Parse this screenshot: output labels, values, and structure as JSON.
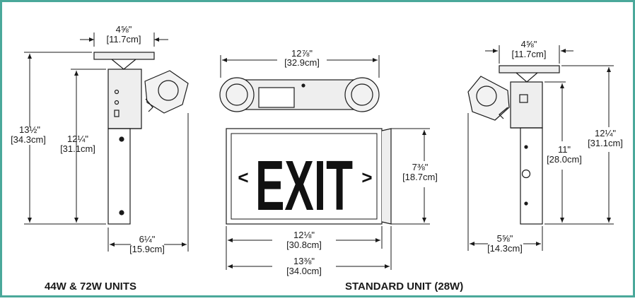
{
  "colors": {
    "border": "#4aa89a",
    "ink": "#1a1a1a",
    "housing": "#eeeeee"
  },
  "exit_sign": {
    "legend": "EXIT",
    "chevron_left": "<",
    "chevron_right": ">"
  },
  "left_view": {
    "top_width": {
      "imperial": "4⅝\"",
      "metric": "[11.7cm]"
    },
    "total_height": {
      "imperial": "13½\"",
      "metric": "[34.3cm]"
    },
    "body_height": {
      "imperial": "12¼\"",
      "metric": "[31.1cm]"
    },
    "depth": {
      "imperial": "6¼\"",
      "metric": "[15.9cm]"
    },
    "caption": "44W & 72W UNITS"
  },
  "center_view": {
    "top_width": {
      "imperial": "12⅞\"",
      "metric": "[32.9cm]"
    },
    "sign_height": {
      "imperial": "7⅜\"",
      "metric": "[18.7cm]"
    },
    "face_width": {
      "imperial": "12⅛\"",
      "metric": "[30.8cm]"
    },
    "total_width": {
      "imperial": "13⅜\"",
      "metric": "[34.0cm]"
    },
    "caption": "STANDARD UNIT (28W)"
  },
  "right_view": {
    "top_width": {
      "imperial": "4⅝\"",
      "metric": "[11.7cm]"
    },
    "body_height": {
      "imperial": "11\"",
      "metric": "[28.0cm]"
    },
    "total_height": {
      "imperial": "12¼\"",
      "metric": "[31.1cm]"
    },
    "depth": {
      "imperial": "5⅝\"",
      "metric": "[14.3cm]"
    }
  }
}
